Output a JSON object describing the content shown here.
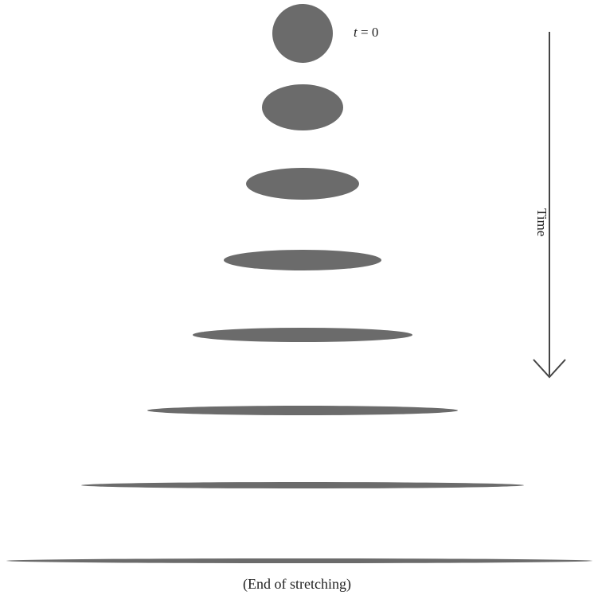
{
  "labels": {
    "t_variable": "t",
    "t_equals": " = 0",
    "time_axis": "Time",
    "end_caption": "(End of stretching)"
  },
  "colors": {
    "shape_fill": "#6b6b6b",
    "arrow_stroke": "#444444",
    "text": "#222222"
  },
  "diagram": {
    "stage_count": 8,
    "shape": "droplet-ellipse",
    "arrow": "down-arrow"
  }
}
